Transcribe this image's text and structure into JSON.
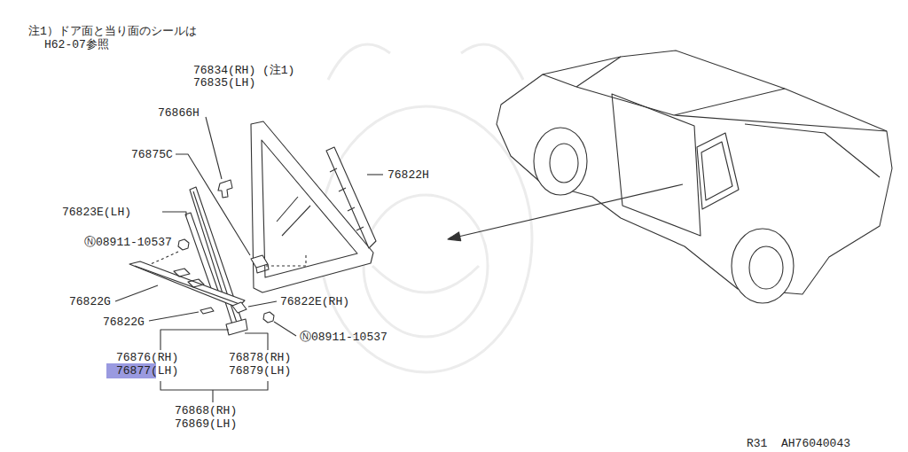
{
  "diagram": {
    "labels": [
      "注1）ドア面と当り面のシールは H62-07参照",
      "76834(RH) (注1)",
      "76835(LH)",
      "76866H",
      "76875C",
      "76822H",
      "76823E(LH)",
      "Ⓝ08911-10537",
      "76822G",
      "76822E(RH)",
      "76822G",
      "Ⓝ08911-10537",
      "76876(RH)",
      "76877(LH)",
      "76878(RH)",
      "76879(LH)",
      "76868(RH)",
      "76869(LH)",
      "R31  AH76040043"
    ]
  }
}
